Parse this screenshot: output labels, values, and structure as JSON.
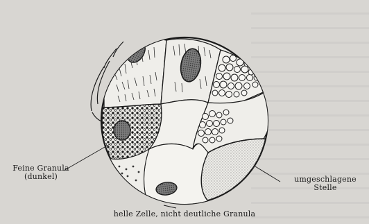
{
  "labels": {
    "feine_line1": "Feine Granula",
    "feine_line2": "(dunkel)",
    "umge_line1": "umgeschlagene",
    "umge_line2": "Stelle",
    "helle": "helle Zelle, nicht deutliche Granula"
  },
  "colors": {
    "background": "#d8d6d2",
    "ink": "#1b1b1b",
    "cell_fill": "#ecebe7",
    "nucleus_fill": "#6a6a6a"
  }
}
